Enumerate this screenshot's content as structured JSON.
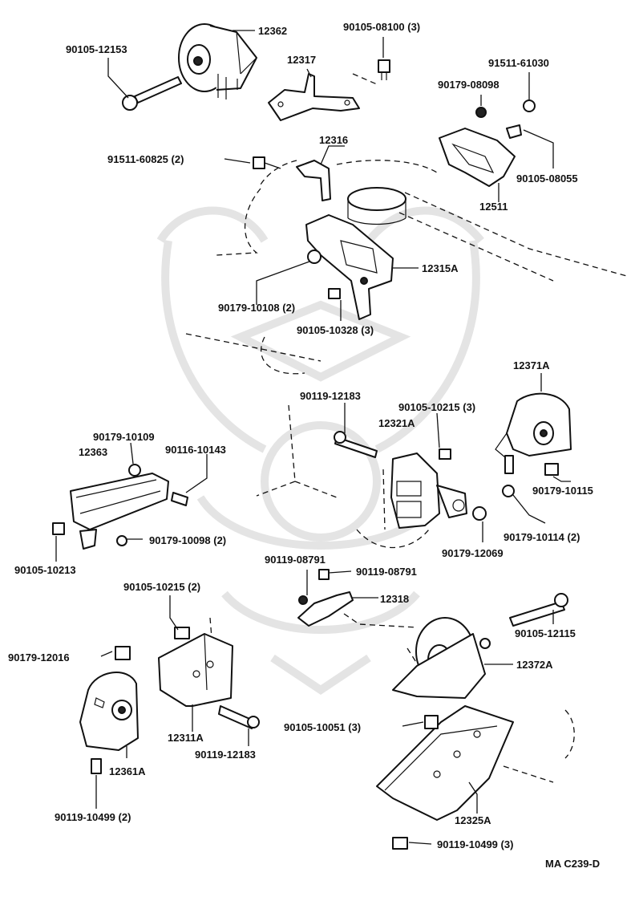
{
  "diagram_id": "MA C239-D",
  "callouts": [
    {
      "key": "p12362",
      "text": "12362"
    },
    {
      "key": "p90105_12153",
      "text": "90105-12153"
    },
    {
      "key": "p90105_08100",
      "text": "90105-08100 (3)"
    },
    {
      "key": "p12317",
      "text": "12317"
    },
    {
      "key": "p91511_61030",
      "text": "91511-61030"
    },
    {
      "key": "p90179_08098",
      "text": "90179-08098"
    },
    {
      "key": "p12316",
      "text": "12316"
    },
    {
      "key": "p91511_60825",
      "text": "91511-60825 (2)"
    },
    {
      "key": "p90105_08055",
      "text": "90105-08055"
    },
    {
      "key": "p12511",
      "text": "12511"
    },
    {
      "key": "p12315A",
      "text": "12315A"
    },
    {
      "key": "p90179_10108",
      "text": "90179-10108 (2)"
    },
    {
      "key": "p90105_10328",
      "text": "90105-10328 (3)"
    },
    {
      "key": "p12371A",
      "text": "12371A"
    },
    {
      "key": "p90119_12183a",
      "text": "90119-12183"
    },
    {
      "key": "p90105_10215_3",
      "text": "90105-10215 (3)"
    },
    {
      "key": "p12321A",
      "text": "12321A"
    },
    {
      "key": "p90179_10109",
      "text": "90179-10109"
    },
    {
      "key": "p12363",
      "text": "12363"
    },
    {
      "key": "p90116_10143",
      "text": "90116-10143"
    },
    {
      "key": "p90179_10115",
      "text": "90179-10115"
    },
    {
      "key": "p90179_10114",
      "text": "90179-10114 (2)"
    },
    {
      "key": "p90179_10098",
      "text": "90179-10098 (2)"
    },
    {
      "key": "p90179_12069",
      "text": "90179-12069"
    },
    {
      "key": "p90105_10213",
      "text": "90105-10213"
    },
    {
      "key": "p90119_08791a",
      "text": "90119-08791"
    },
    {
      "key": "p90119_08791b",
      "text": "90119-08791"
    },
    {
      "key": "p90105_10215_2",
      "text": "90105-10215 (2)"
    },
    {
      "key": "p12318",
      "text": "12318"
    },
    {
      "key": "p90105_12115",
      "text": "90105-12115"
    },
    {
      "key": "p90179_12016",
      "text": "90179-12016"
    },
    {
      "key": "p12372A",
      "text": "12372A"
    },
    {
      "key": "p12311A",
      "text": "12311A"
    },
    {
      "key": "p90119_12183b",
      "text": "90119-12183"
    },
    {
      "key": "p90105_10051",
      "text": "90105-10051 (3)"
    },
    {
      "key": "p12361A",
      "text": "12361A"
    },
    {
      "key": "p90119_10499_2",
      "text": "90119-10499 (2)"
    },
    {
      "key": "p12325A",
      "text": "12325A"
    },
    {
      "key": "p90119_10499_3",
      "text": "90119-10499 (3)"
    }
  ]
}
